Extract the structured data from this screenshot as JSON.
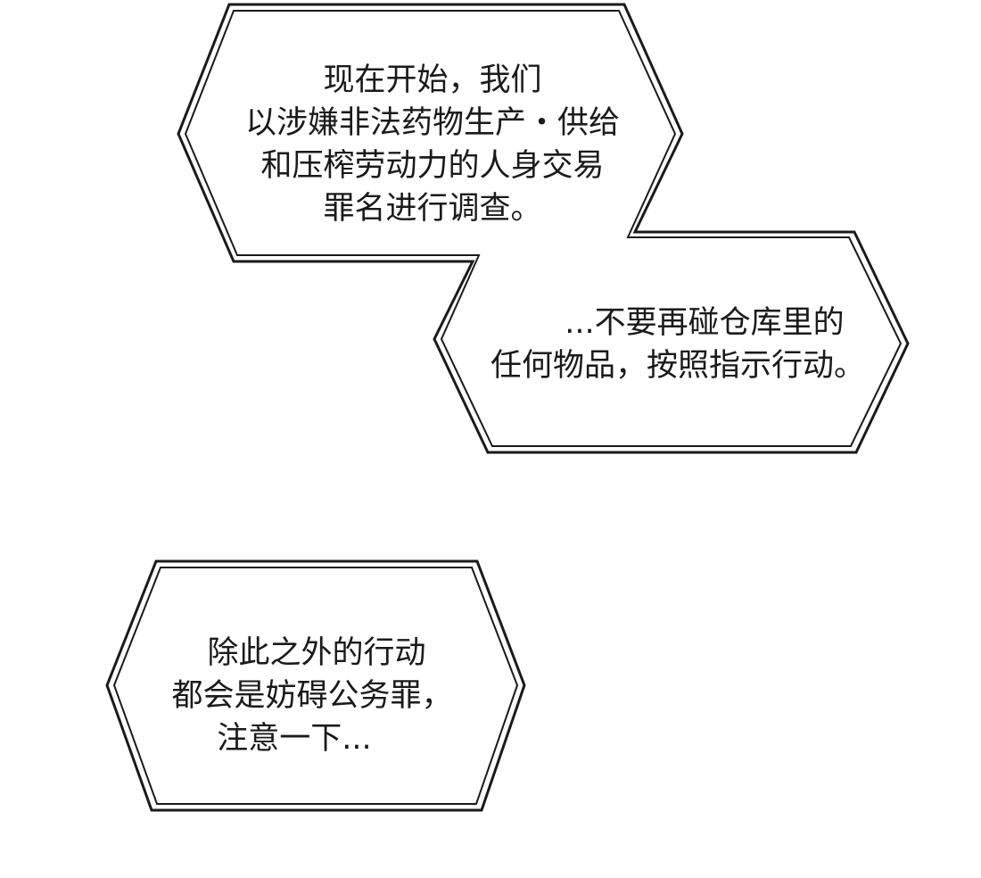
{
  "bubbles": [
    {
      "id": "bubble-1",
      "lines": [
        "现在开始，我们",
        "以涉嫌非法药物生产・供给",
        "和压榨劳动力的人身交易",
        "罪名进行调查。"
      ]
    },
    {
      "id": "bubble-2",
      "lines": [
        "...不要再碰仓库里的",
        "任何物品，按照指示行动。"
      ]
    },
    {
      "id": "bubble-3",
      "lines": [
        "除此之外的行动",
        "都会是妨碍公务罪，",
        "注意一下..."
      ]
    }
  ],
  "colors": {
    "background": "#ffffff",
    "outline": "#1a1a1a",
    "fill": "#ffffff"
  }
}
